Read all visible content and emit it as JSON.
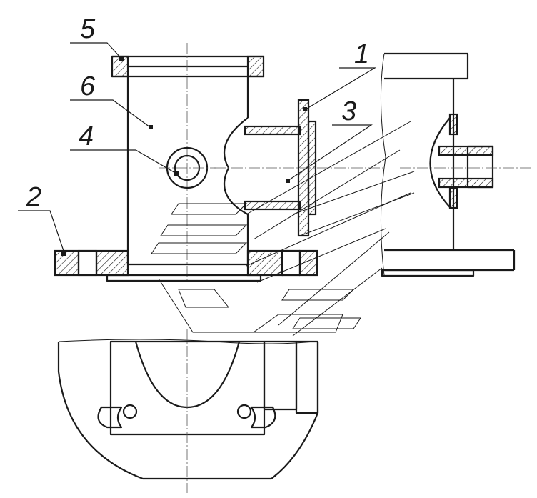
{
  "diagram": {
    "part_numbers": [
      {
        "id": "part-1",
        "text": "1"
      },
      {
        "id": "part-2",
        "text": "2"
      },
      {
        "id": "part-3",
        "text": "3"
      },
      {
        "id": "part-4",
        "text": "4"
      },
      {
        "id": "part-5",
        "text": "5"
      },
      {
        "id": "part-6",
        "text": "6"
      }
    ]
  }
}
